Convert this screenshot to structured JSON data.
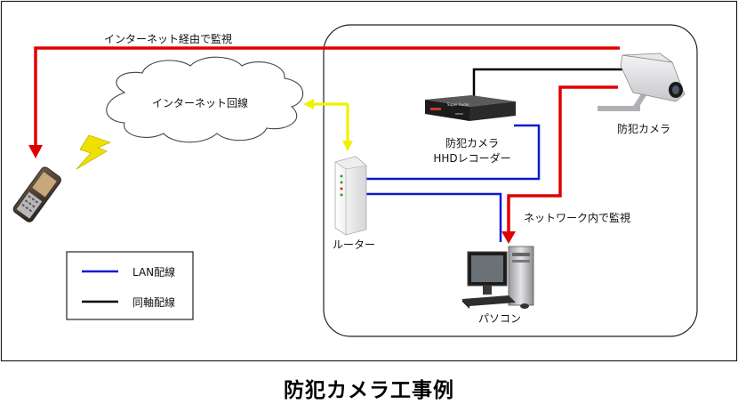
{
  "labels": {
    "internet_monitor": "インターネット経由で監視",
    "internet_line": "インターネット回線",
    "recorder_line1": "防犯カメラ",
    "recorder_line2": "HHDレコーダー",
    "camera": "防犯カメラ",
    "network_monitor": "ネットワーク内で監視",
    "router": "ルーター",
    "pc": "パソコン",
    "recorder_brand": "Super Audio"
  },
  "legend": {
    "lan": "LAN配線",
    "coax": "同軸配線"
  },
  "caption": "防犯カメラ工事例",
  "colors": {
    "monitor_line": "#e00000",
    "internet_link": "#f0f000",
    "lan": "#0a1ad0",
    "coax": "#000000"
  }
}
